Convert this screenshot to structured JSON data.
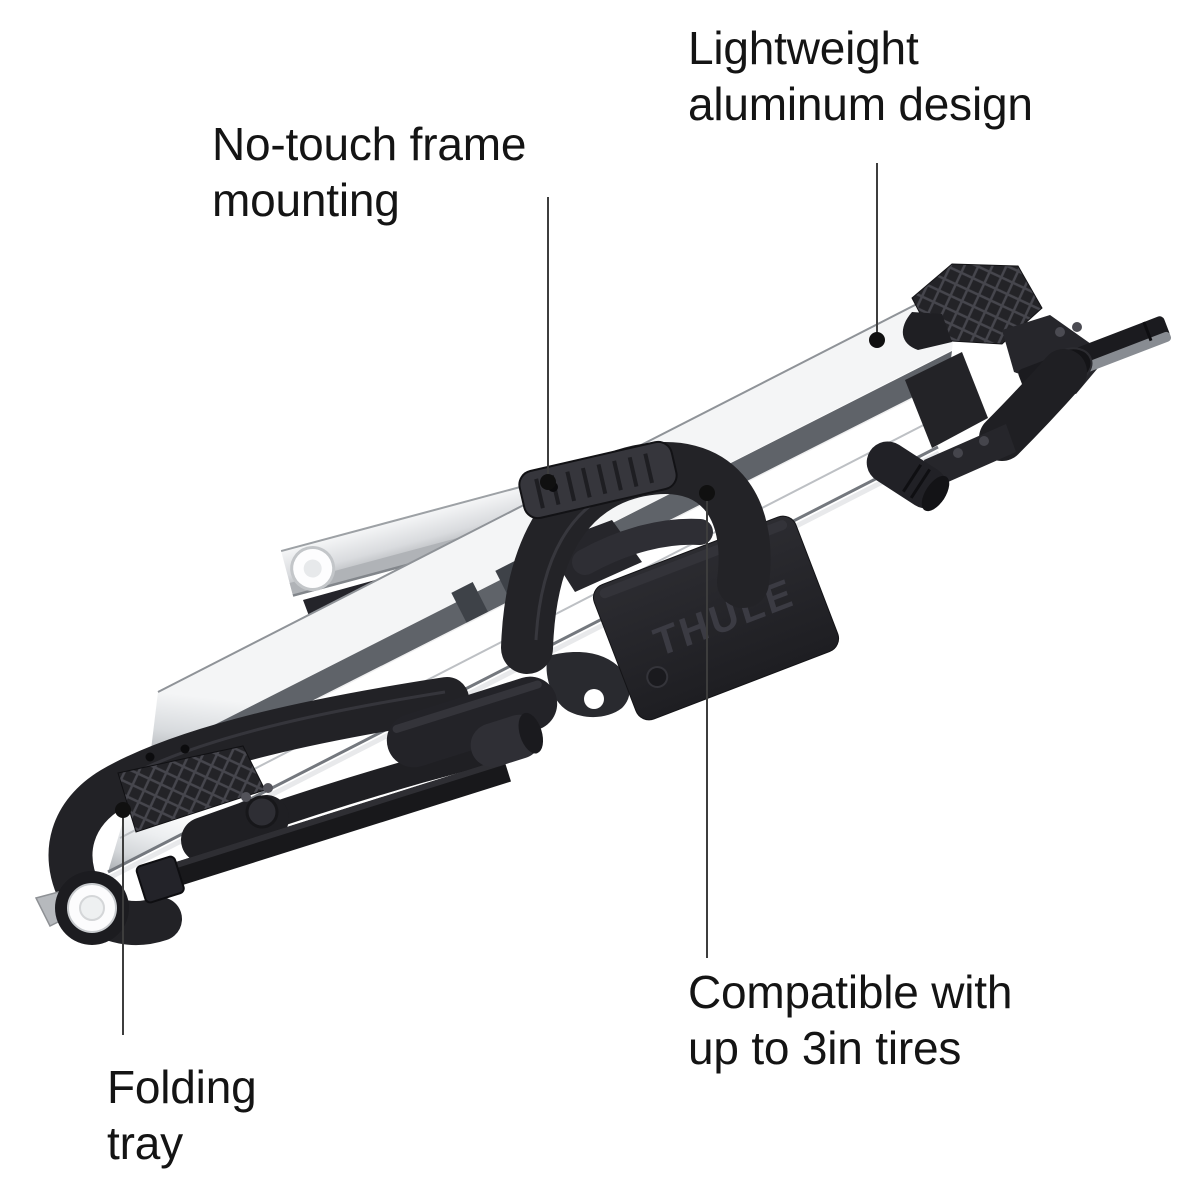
{
  "figure": {
    "background_color": "#ffffff",
    "text_color": "#141414",
    "leader_line_color": "#3d3d3d",
    "dot_color": "#101010"
  },
  "product": {
    "logo_text": "THULE",
    "colors": {
      "aluminum_light": "#f4f5f6",
      "aluminum_dark": "#a9adb1",
      "plastic_black": "#222226"
    }
  },
  "callouts": {
    "no_touch": {
      "line1": "No-touch frame",
      "line2": "mounting"
    },
    "lightweight": {
      "line1": "Lightweight",
      "line2": "aluminum design"
    },
    "folding": {
      "line1": "Folding",
      "line2": "tray"
    },
    "compatible": {
      "line1": "Compatible with",
      "line2": "up to 3in tires"
    }
  }
}
